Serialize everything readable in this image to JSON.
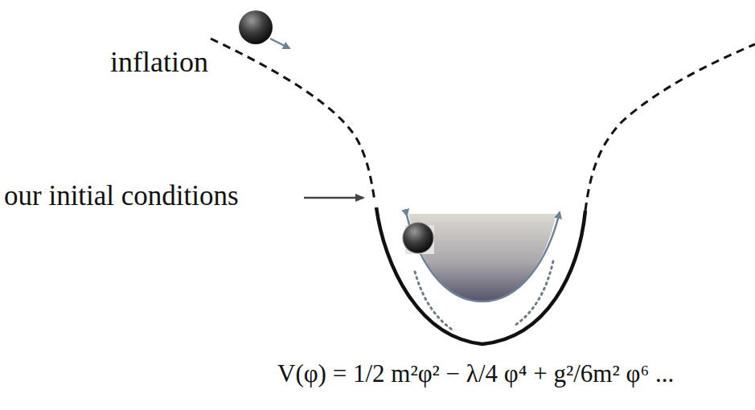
{
  "diagram": {
    "labels": [
      "inflation",
      "our initial conditions",
      "V(φ) = 1/2 m²φ² − λ/4 φ⁴ + g²/6m² φ⁶ ..."
    ]
  }
}
